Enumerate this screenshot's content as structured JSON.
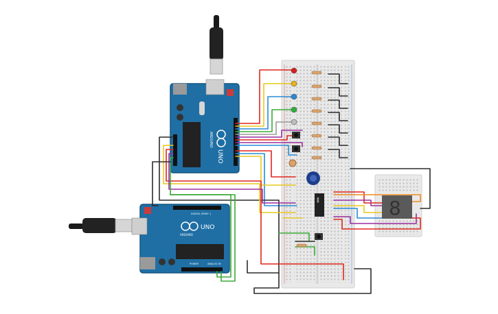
{
  "boards": [
    {
      "id": "board-top",
      "model": "UNO",
      "brand": "ARDUINO"
    },
    {
      "id": "board-bottom",
      "model": "UNO",
      "brand": "ARDUINO",
      "pin_labels": {
        "digital": "DIGITAL (PWM~)",
        "power": "POWER",
        "analog": "ANALOG IN"
      }
    }
  ],
  "display": {
    "digit": "8"
  },
  "colors": {
    "board": "#1f6fa5",
    "board_edge": "#17557f",
    "breadboard": "#e9e9e9",
    "wire_red": "#e0251b",
    "wire_yellow": "#e8c81d",
    "wire_blue": "#2a8bd6",
    "wire_green": "#3aaa35",
    "wire_black": "#2b2b2b",
    "wire_purple": "#9b2f9e",
    "wire_orange": "#f08a1c",
    "wire_gray": "#9a9a9a"
  },
  "leds": [
    {
      "color": "#d81f1f"
    },
    {
      "color": "#e8b21d"
    },
    {
      "color": "#2f86d1"
    },
    {
      "color": "#2fae3a"
    },
    {
      "color": "#bdbdbd"
    }
  ]
}
